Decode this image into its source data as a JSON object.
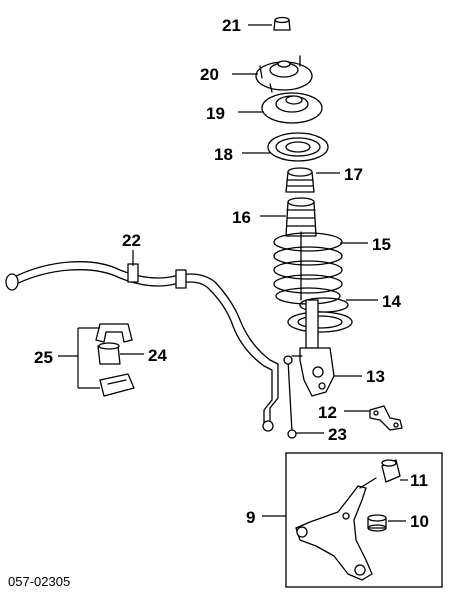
{
  "diagram_code": "057-02305",
  "callouts": {
    "c21": "21",
    "c20": "20",
    "c19": "19",
    "c18": "18",
    "c17": "17",
    "c16": "16",
    "c15": "15",
    "c22": "22",
    "c14": "14",
    "c25": "25",
    "c24": "24",
    "c13": "13",
    "c12": "12",
    "c23": "23",
    "c11": "11",
    "c10": "10",
    "c9": "9"
  },
  "colors": {
    "ink": "#000000",
    "paper": "#ffffff"
  }
}
